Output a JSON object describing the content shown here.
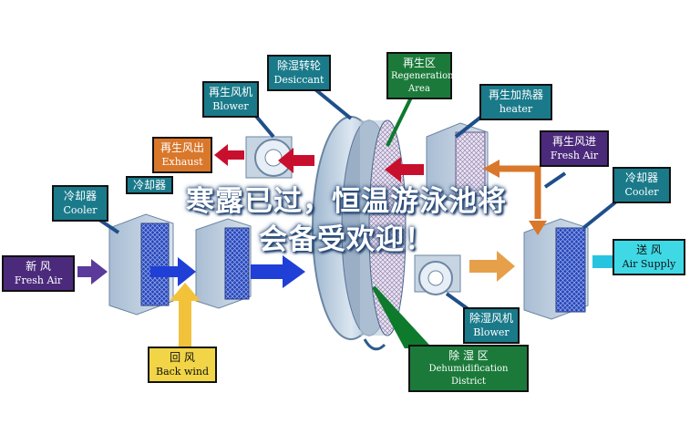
{
  "labels": {
    "desiccant": {
      "zh": "除湿转轮",
      "en": "Desiccant"
    },
    "regeneration_area": {
      "zh": "再生区",
      "en": "Regeneration Area"
    },
    "regen_blower": {
      "zh": "再生风机",
      "en": "Blower"
    },
    "regen_heater": {
      "zh": "再生加热器",
      "en": "heater"
    },
    "exhaust": {
      "zh": "再生风出",
      "en": "Exhaust"
    },
    "regen_fresh_air": {
      "zh": "再生风进",
      "en": "Fresh Air"
    },
    "cooler_left": {
      "zh": "冷却器",
      "en": "Cooler"
    },
    "cooler_left2": {
      "zh": "冷却器",
      "en": ""
    },
    "cooler_right": {
      "zh": "冷却器",
      "en": "Cooler"
    },
    "fresh_air": {
      "zh": "新  风",
      "en": "Fresh Air"
    },
    "air_supply": {
      "zh": "送  风",
      "en": "Air Supply"
    },
    "back_wind": {
      "zh": "回  风",
      "en": "Back wind"
    },
    "dehum_blower": {
      "zh": "除湿风机",
      "en": "Blower"
    },
    "dehum_district": {
      "zh": "除  湿  区",
      "en": "Dehumidification District"
    }
  },
  "overlay": {
    "line1": "寒露已过，恒温游泳池将",
    "line2": "会备受欢迎！"
  },
  "colors": {
    "regen_arrow": "#c8102e",
    "process_arrow": "#1f3fd6",
    "supply_arrow": "#27c4e0",
    "heater_arrow": "#d9772b",
    "back_arrow": "#f2c23a",
    "fresh_arrow": "#5a3a9a",
    "leader_green": "#0e7a2c",
    "leader_blue": "#1f4f8a"
  }
}
